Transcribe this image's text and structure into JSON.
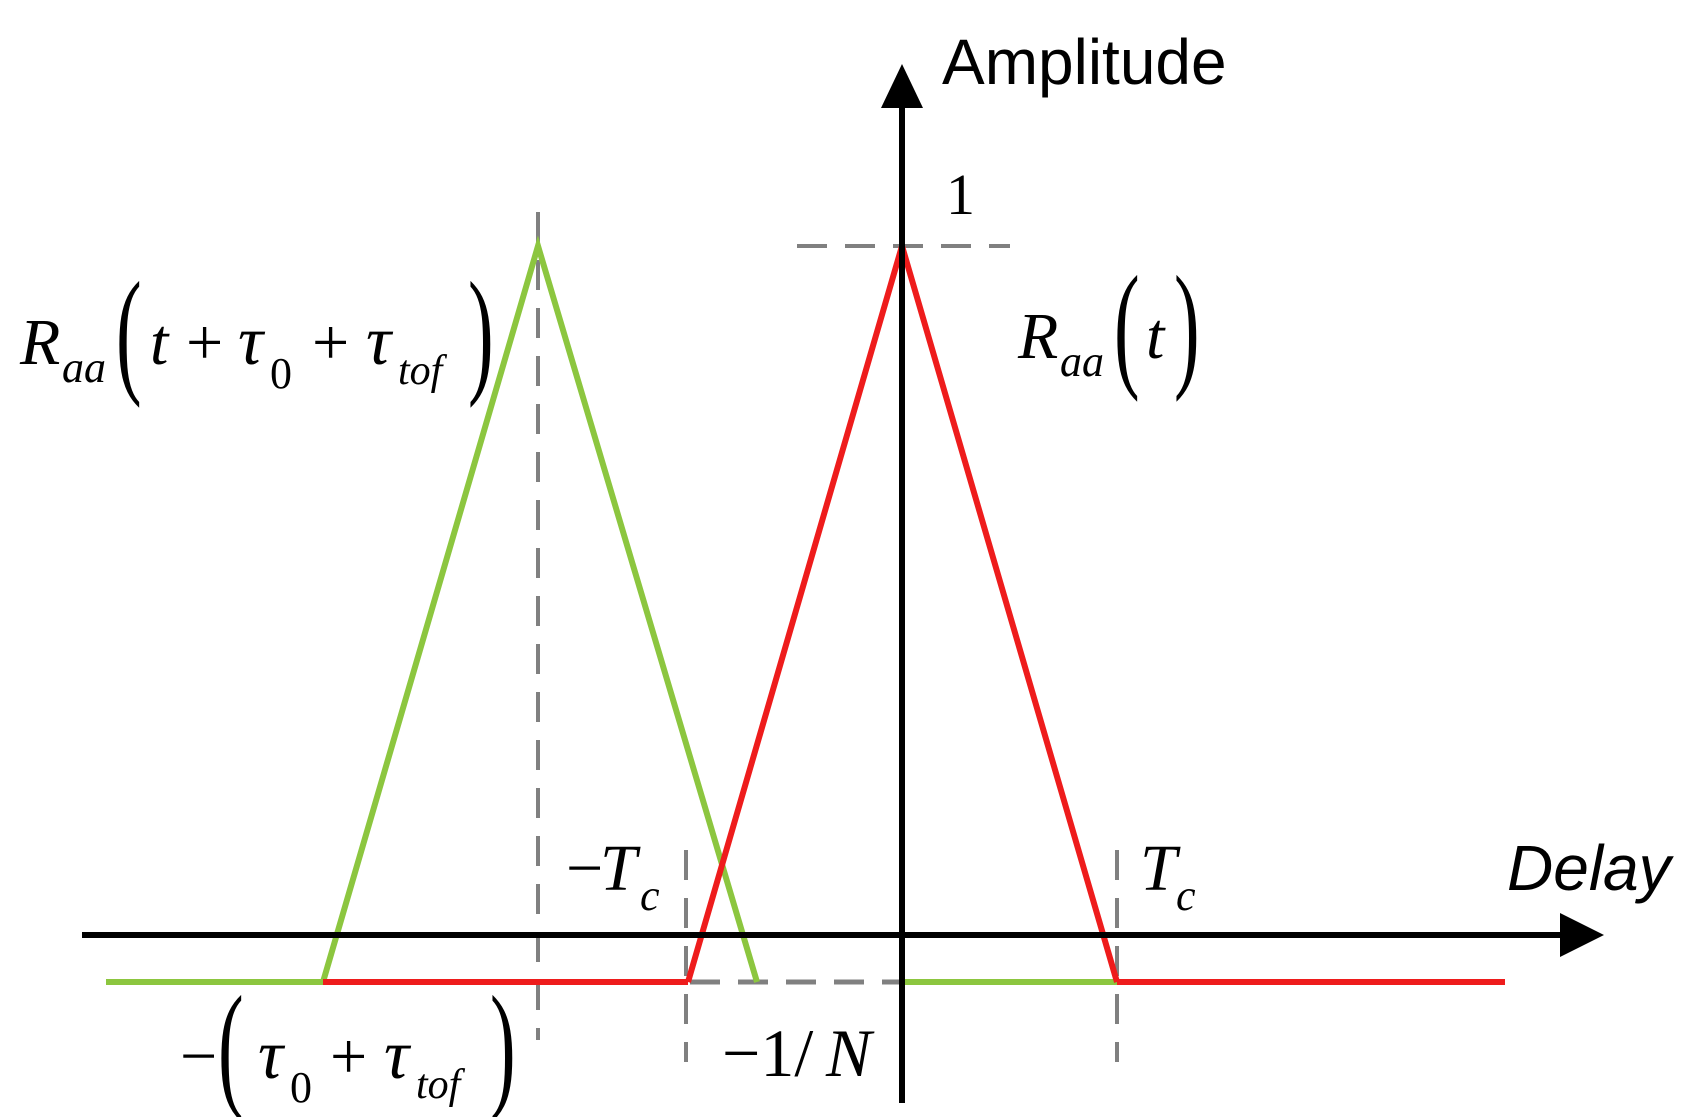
{
  "figure": {
    "colors": {
      "axis": "#000000",
      "dash": "#808080",
      "green": "#8cc63f",
      "red": "#ee1c1c"
    },
    "y_axis": {
      "label": "Amplitude",
      "peak_label": "1"
    },
    "x_axis": {
      "label": "Delay"
    },
    "curves": {
      "shifted": {
        "name_R": "R",
        "name_sub": "aa",
        "arg_t": "t",
        "plus1": "+",
        "tau": "τ",
        "tau0_sub": "0",
        "plus2": "+",
        "tau_tof_sub": "tof"
      },
      "original": {
        "name_R": "R",
        "name_sub": "aa",
        "arg_t": "t"
      }
    },
    "markers": {
      "neg_tc": {
        "sign": "−",
        "T": "T",
        "sub": "c"
      },
      "tc": {
        "T": "T",
        "sub": "c"
      },
      "shift": {
        "sign": "−",
        "tau": "τ",
        "sub0": "0",
        "plus": "+",
        "sub_tof": "tof"
      },
      "floor": {
        "text": "−1/",
        "N": "N"
      }
    }
  }
}
